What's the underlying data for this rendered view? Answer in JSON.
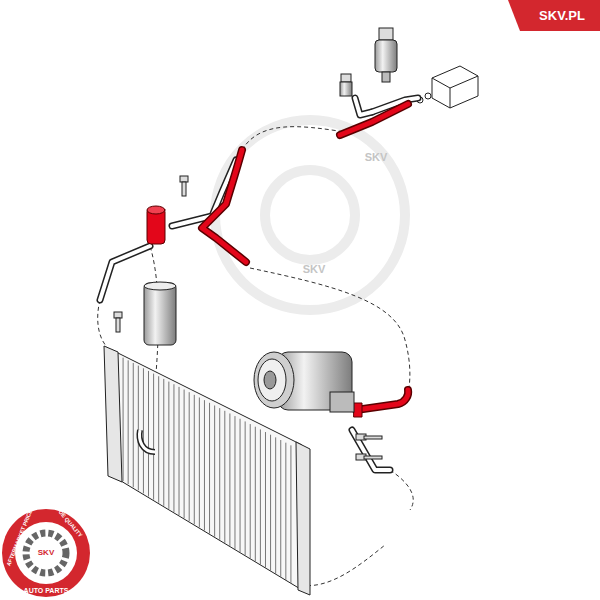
{
  "diagram": {
    "labels": [
      "SKV.PL",
      "SKV",
      "SKV",
      "AFTERMARKET PRICE",
      "OE QUALITY",
      "SKV",
      "AUTO PARTS"
    ]
  }
}
